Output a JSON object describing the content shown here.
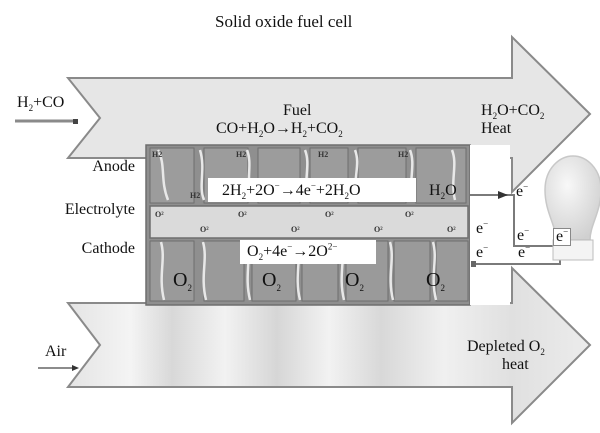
{
  "title": "Solid oxide fuel cell",
  "fuel_arrow": {
    "input": {
      "text": "H",
      "sub": "2",
      "rest": "+CO"
    },
    "center_label": "Fuel",
    "reaction": {
      "p1": "CO+H",
      "s1": "2",
      "p2": "O",
      "arrow": "→",
      "p3": "H",
      "s3": "2",
      "p4": "+CO",
      "s4": "2"
    },
    "output_line1": {
      "p1": "H",
      "s1": "2",
      "p2": "O+CO",
      "s2": "2"
    },
    "output_line2": "Heat"
  },
  "layers": {
    "anode": "Anode",
    "electrolyte": "Electrolyte",
    "cathode": "Cathode"
  },
  "anode_reaction": {
    "p1": "2H",
    "s1": "2",
    "p2": "+2O",
    "sup2": "−",
    "arrow": "→",
    "p3": "4e",
    "sup3": "−",
    "p4": "+2H",
    "s4": "2",
    "p5": "O"
  },
  "anode_product": {
    "p1": "H",
    "s1": "2",
    "p2": "O"
  },
  "anode_markers": {
    "h2": "H2"
  },
  "electrolyte_markers": {
    "o": "O²"
  },
  "cathode_reaction": {
    "p1": "O",
    "s1": "2",
    "p2": "+4e",
    "sup2": "−",
    "arrow": "→",
    "p3": "2O",
    "sup3": "2−"
  },
  "cathode_species": [
    {
      "p": "O",
      "s": "2"
    },
    {
      "p": "O",
      "s": "2"
    },
    {
      "p": "O",
      "s": "2"
    },
    {
      "p": "O",
      "s": "2"
    }
  ],
  "electrons": {
    "base": "e",
    "sup": "−"
  },
  "bulb_label": {
    "base": "e",
    "sup": "−"
  },
  "air_arrow": {
    "input": "Air",
    "output_line1": {
      "p1": "Depleted O",
      "s1": "2"
    },
    "output_line2": "heat"
  },
  "colors": {
    "arrow_fill": "#e6e6e6",
    "arrow_edge": "#8a8a8a",
    "cell_block": "#9a9a9a",
    "cell_dark": "#7c7c7c",
    "electrolyte": "#d9d9d9",
    "wire": "#7a7a7a",
    "bulb": "#e8e8e8"
  }
}
